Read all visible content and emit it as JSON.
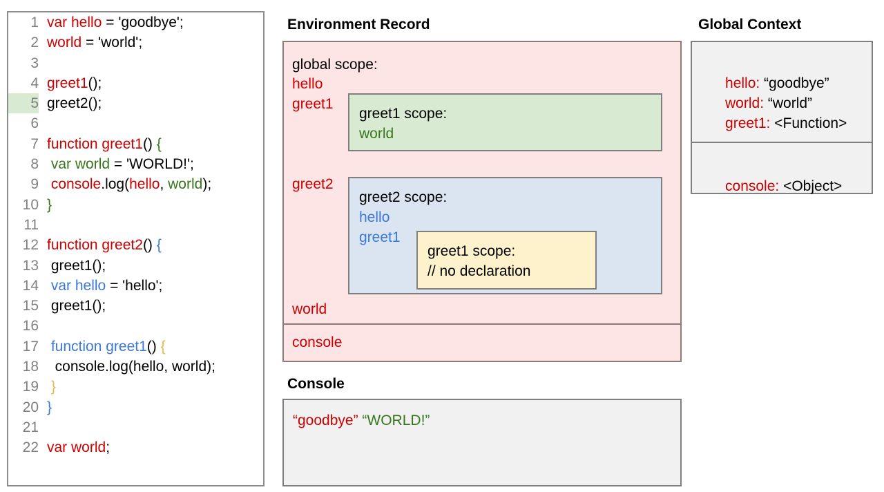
{
  "code_editor": {
    "lines": [
      {
        "num": "1",
        "highlight": false,
        "tokens": [
          {
            "t": "var hello",
            "c": "red"
          },
          {
            "t": " = 'goodbye';",
            "c": "black"
          }
        ]
      },
      {
        "num": "2",
        "highlight": false,
        "tokens": [
          {
            "t": "world",
            "c": "red"
          },
          {
            "t": " = 'world';",
            "c": "black"
          }
        ]
      },
      {
        "num": "3",
        "highlight": false,
        "tokens": []
      },
      {
        "num": "4",
        "highlight": false,
        "tokens": [
          {
            "t": "greet1",
            "c": "red"
          },
          {
            "t": "();",
            "c": "black"
          }
        ]
      },
      {
        "num": "5",
        "highlight": true,
        "tokens": [
          {
            "t": "greet2();",
            "c": "black"
          }
        ]
      },
      {
        "num": "6",
        "highlight": false,
        "tokens": []
      },
      {
        "num": "7",
        "highlight": false,
        "tokens": [
          {
            "t": "function greet1",
            "c": "red"
          },
          {
            "t": "() ",
            "c": "black"
          },
          {
            "t": "{",
            "c": "green"
          }
        ]
      },
      {
        "num": "8",
        "highlight": false,
        "tokens": [
          {
            "t": " ",
            "c": "black"
          },
          {
            "t": "var world",
            "c": "green"
          },
          {
            "t": " = 'WORLD!';",
            "c": "black"
          }
        ]
      },
      {
        "num": "9",
        "highlight": false,
        "tokens": [
          {
            "t": " ",
            "c": "black"
          },
          {
            "t": "console",
            "c": "red"
          },
          {
            "t": ".log(",
            "c": "black"
          },
          {
            "t": "hello",
            "c": "red"
          },
          {
            "t": ", ",
            "c": "black"
          },
          {
            "t": "world",
            "c": "green"
          },
          {
            "t": ");",
            "c": "black"
          }
        ]
      },
      {
        "num": "10",
        "highlight": false,
        "tokens": [
          {
            "t": "}",
            "c": "green"
          }
        ]
      },
      {
        "num": "11",
        "highlight": false,
        "tokens": []
      },
      {
        "num": "12",
        "highlight": false,
        "tokens": [
          {
            "t": "function greet2",
            "c": "red"
          },
          {
            "t": "() ",
            "c": "black"
          },
          {
            "t": "{",
            "c": "blue"
          }
        ]
      },
      {
        "num": "13",
        "highlight": false,
        "tokens": [
          {
            "t": " greet1();",
            "c": "black"
          }
        ]
      },
      {
        "num": "14",
        "highlight": false,
        "tokens": [
          {
            "t": " ",
            "c": "black"
          },
          {
            "t": "var hello",
            "c": "blue"
          },
          {
            "t": " = 'hello';",
            "c": "black"
          }
        ]
      },
      {
        "num": "15",
        "highlight": false,
        "tokens": [
          {
            "t": " greet1();",
            "c": "black"
          }
        ]
      },
      {
        "num": "16",
        "highlight": false,
        "tokens": []
      },
      {
        "num": "17",
        "highlight": false,
        "tokens": [
          {
            "t": " ",
            "c": "black"
          },
          {
            "t": "function greet1",
            "c": "blue"
          },
          {
            "t": "() ",
            "c": "black"
          },
          {
            "t": "{",
            "c": "gold"
          }
        ]
      },
      {
        "num": "18",
        "highlight": false,
        "tokens": [
          {
            "t": "  console.log(hello, world);",
            "c": "black"
          }
        ]
      },
      {
        "num": "19",
        "highlight": false,
        "tokens": [
          {
            "t": " ",
            "c": "black"
          },
          {
            "t": "}",
            "c": "gold"
          }
        ]
      },
      {
        "num": "20",
        "highlight": false,
        "tokens": [
          {
            "t": "}",
            "c": "blue"
          }
        ]
      },
      {
        "num": "21",
        "highlight": false,
        "tokens": []
      },
      {
        "num": "22",
        "highlight": false,
        "tokens": [
          {
            "t": "var world",
            "c": "red"
          },
          {
            "t": ";",
            "c": "black"
          }
        ]
      }
    ]
  },
  "environment_record": {
    "title": "Environment Record",
    "global_scope": {
      "header": "global scope:",
      "bindings_above": [
        "hello",
        "greet1"
      ],
      "greet2_binding": "greet2",
      "world_binding": "world"
    },
    "console_binding": "console",
    "greet1_scope": {
      "header": "greet1 scope:",
      "binding": "world"
    },
    "greet2_scope": {
      "header": "greet2 scope:",
      "bindings": [
        "hello",
        "greet1"
      ]
    },
    "greet1_nested_scope": {
      "header": "greet1 scope:",
      "note": "// no declaration"
    }
  },
  "global_context": {
    "title": "Global Context",
    "entries": [
      {
        "key": "hello:",
        "value": " “goodbye”"
      },
      {
        "key": "world:",
        "value": " “world”"
      },
      {
        "key": "greet1:",
        "value": " <Function>"
      }
    ],
    "object_entry": {
      "key": "console:",
      "value": " <Object>"
    }
  },
  "console": {
    "title": "Console",
    "output": [
      {
        "text": "“goodbye”",
        "color": "red"
      },
      {
        "text": " ",
        "color": "black"
      },
      {
        "text": "“WORLD!”",
        "color": "green"
      }
    ]
  },
  "colors": {
    "red": "#cc0000",
    "green": "#38761d",
    "blue": "#3c78d8",
    "gold": "#e8b84b",
    "pink_bg": "#fce5e4",
    "green_bg": "#d9ead3",
    "blue_bg": "#dbe5f1",
    "yellow_bg": "#fdf2cc",
    "gray_bg": "#f1f1f1",
    "highlight_bg": "#d9ead3"
  }
}
